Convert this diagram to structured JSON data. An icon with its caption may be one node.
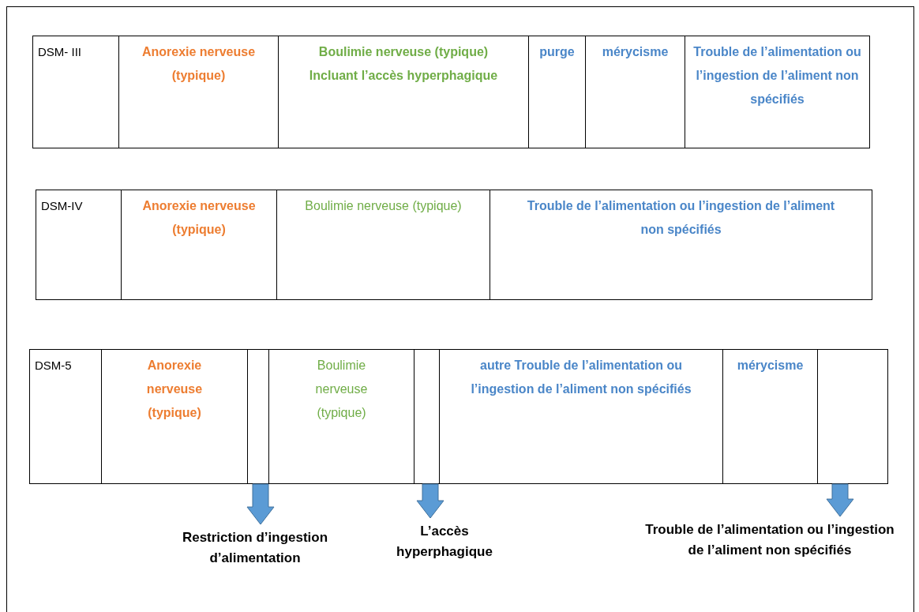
{
  "diagram": {
    "nodes": [
      {
        "text": [
          "DSM- III"
        ]
      },
      {
        "text": [
          "Anorexie nerveuse (typique)"
        ]
      },
      {
        "text": [
          "Boulimie nerveuse (typique)",
          "Incluant l’accès hyperphagique"
        ]
      },
      {
        "text": [
          "purge"
        ]
      },
      {
        "text": [
          "mérycisme"
        ]
      },
      {
        "text": [
          "Trouble de l’alimentation ou l’ingestion de l’aliment non spécifiés"
        ]
      },
      {
        "text": [
          "DSM-IV"
        ]
      },
      {
        "text": [
          "Anorexie nerveuse (typique)"
        ]
      },
      {
        "text": [
          "Boulimie nerveuse (typique)"
        ]
      },
      {
        "text": [
          "Trouble de l’alimentation ou l’ingestion de l’aliment non spécifiés"
        ]
      },
      {
        "text": [
          "DSM-5"
        ]
      },
      {
        "text": [
          "Anorexie nerveuse (typique)"
        ]
      },
      {
        "text": [],
        "shape": "box"
      },
      {
        "text": [
          "Boulimie nerveuse (typique)"
        ]
      },
      {
        "text": [],
        "shape": "box"
      },
      {
        "text": [
          "autre Trouble de l’alimentation ou l’ingestion de l’aliment non spécifiés"
        ]
      },
      {
        "text": [
          "mérycisme"
        ]
      },
      {
        "text": [],
        "shape": "box"
      },
      {
        "text": [
          "Restriction d’ingestion d’alimentation"
        ]
      },
      {
        "text": [
          "L’accès hyperphagique"
        ]
      },
      {
        "text": [
          "Trouble de l’alimentation ou l’ingestion de l’aliment non spécifiés"
        ]
      }
    ],
    "edges": [
      {
        "from": 12,
        "to": 18,
        "arrow": "to"
      },
      {
        "from": 14,
        "to": 19,
        "arrow": "to"
      },
      {
        "from": 17,
        "to": 20,
        "arrow": "to"
      }
    ]
  }
}
